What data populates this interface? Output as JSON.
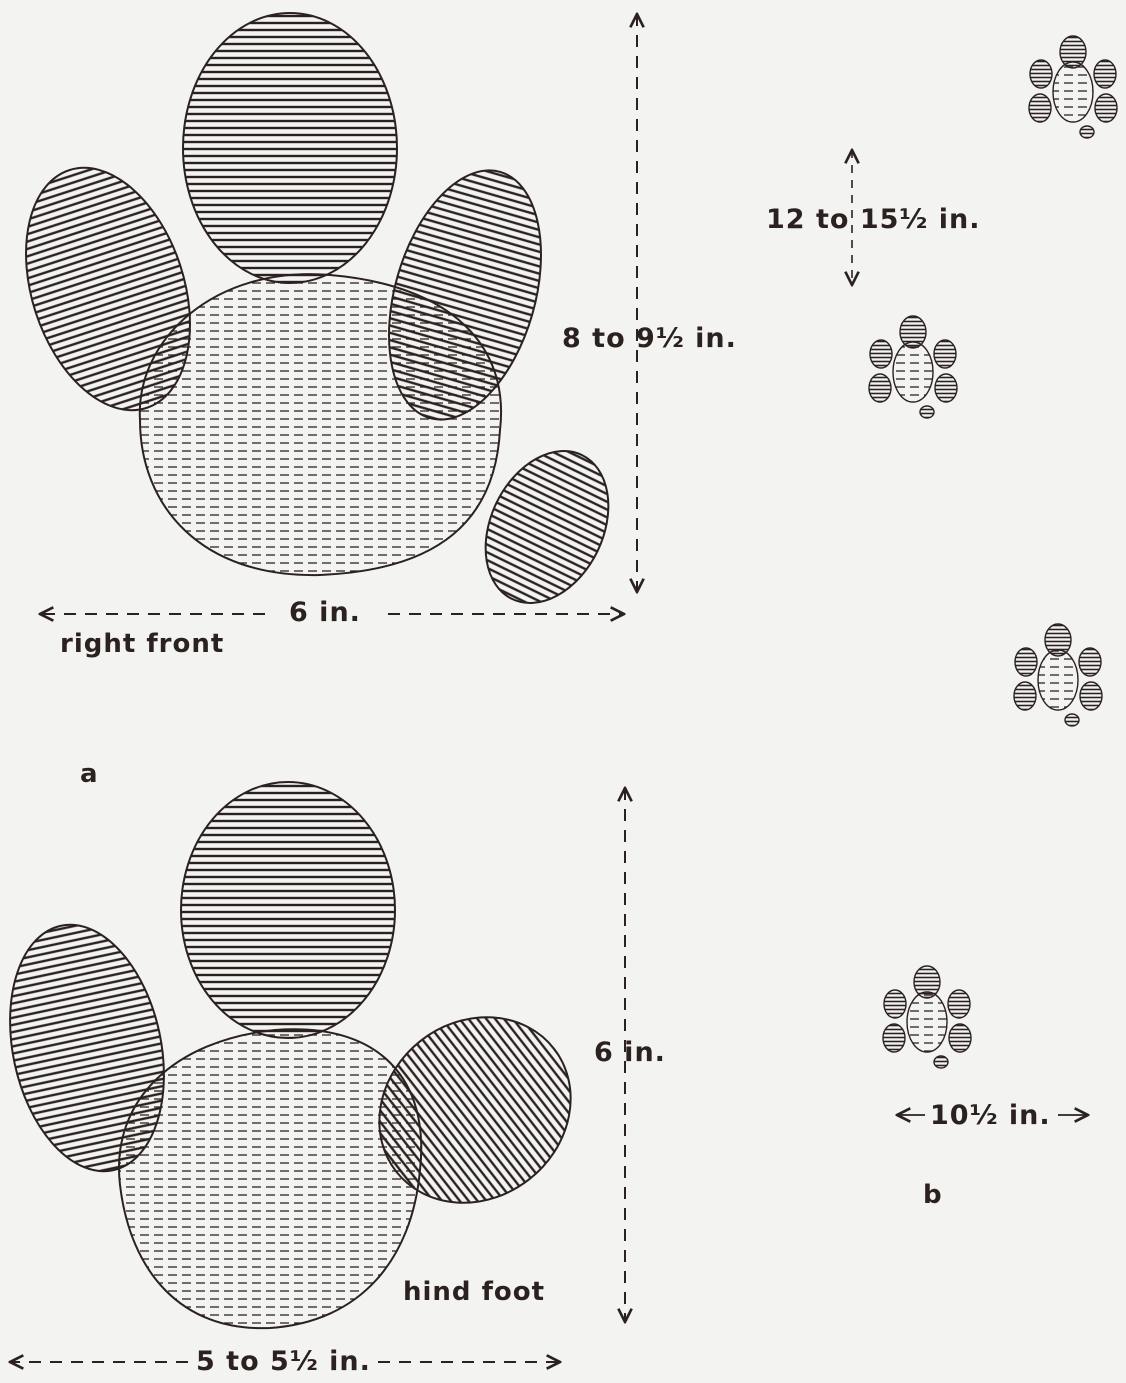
{
  "labels": {
    "front_length": "8 to 9½ in.",
    "front_width": "6 in.",
    "right_front": "right front",
    "panel_a": "a",
    "hind_length": "6 in.",
    "hind_foot": "hind foot",
    "hind_width": "5 to 5½ in.",
    "stride": "12 to 15½ in.",
    "straddle": "10½ in.",
    "panel_b": "b"
  },
  "colors": {
    "ink": "#2b2220",
    "paper": "#f3f3f2"
  }
}
